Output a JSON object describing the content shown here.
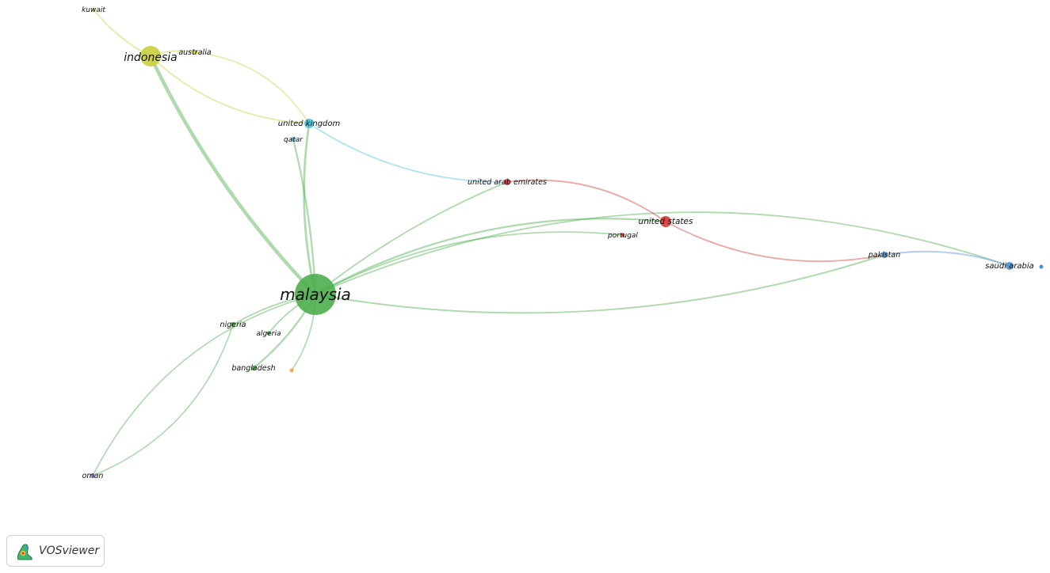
{
  "app": {
    "name": "VOSviewer",
    "logo_icon": "vosviewer-logo-icon"
  },
  "clusters": {
    "green": "#4cae4c",
    "yellow": "#c9cf3a",
    "cyan": "#48c5dc",
    "red": "#d8383a",
    "blue": "#4a90d9",
    "purple": "#9b7fc9",
    "orange": "#f0a040"
  },
  "nodes": [
    {
      "id": "malaysia",
      "label": "malaysia",
      "cluster": "green",
      "weight": 10
    },
    {
      "id": "indonesia",
      "label": "indonesia",
      "cluster": "yellow",
      "weight": 6
    },
    {
      "id": "kuwait",
      "label": "kuwait",
      "cluster": "yellow",
      "weight": 1
    },
    {
      "id": "australia",
      "label": "australia",
      "cluster": "yellow",
      "weight": 1.5
    },
    {
      "id": "united-kingdom",
      "label": "united kingdom",
      "cluster": "cyan",
      "weight": 3
    },
    {
      "id": "qatar",
      "label": "qatar",
      "cluster": "cyan",
      "weight": 1.5
    },
    {
      "id": "united-arab-emirates",
      "label": "united arab emirates",
      "cluster": "red",
      "weight": 1.8
    },
    {
      "id": "united-states",
      "label": "united states",
      "cluster": "red",
      "weight": 3
    },
    {
      "id": "portugal",
      "label": "portugal",
      "cluster": "red",
      "weight": 1.2
    },
    {
      "id": "pakistan",
      "label": "pakistan",
      "cluster": "blue",
      "weight": 2
    },
    {
      "id": "saudi-arabia",
      "label": "saudi arabia",
      "cluster": "blue",
      "weight": 2
    },
    {
      "id": "nigeria",
      "label": "nigeria",
      "cluster": "green",
      "weight": 1.6
    },
    {
      "id": "algeria",
      "label": "algeria",
      "cluster": "green",
      "weight": 1.3
    },
    {
      "id": "bangladesh",
      "label": "bangladesh",
      "cluster": "green",
      "weight": 1.4
    },
    {
      "id": "oman",
      "label": "oman",
      "cluster": "purple",
      "weight": 1.4
    }
  ],
  "links": [
    {
      "source": "malaysia",
      "target": "indonesia",
      "strength": 4
    },
    {
      "source": "malaysia",
      "target": "united-kingdom",
      "strength": 2
    },
    {
      "source": "malaysia",
      "target": "qatar",
      "strength": 1.5
    },
    {
      "source": "malaysia",
      "target": "united-arab-emirates",
      "strength": 1
    },
    {
      "source": "malaysia",
      "target": "united-states",
      "strength": 1.5
    },
    {
      "source": "malaysia",
      "target": "portugal",
      "strength": 1
    },
    {
      "source": "malaysia",
      "target": "saudi-arabia",
      "strength": 1
    },
    {
      "source": "malaysia",
      "target": "pakistan",
      "strength": 1.2
    },
    {
      "source": "malaysia",
      "target": "nigeria",
      "strength": 1
    },
    {
      "source": "malaysia",
      "target": "algeria",
      "strength": 1
    },
    {
      "source": "malaysia",
      "target": "bangladesh",
      "strength": 1.6
    },
    {
      "source": "malaysia",
      "target": "oman",
      "strength": 0.8
    },
    {
      "source": "malaysia",
      "target": "orange-node",
      "strength": 0.8
    },
    {
      "source": "indonesia",
      "target": "kuwait",
      "strength": 1
    },
    {
      "source": "indonesia",
      "target": "australia",
      "strength": 1
    },
    {
      "source": "indonesia",
      "target": "united-kingdom",
      "strength": 1
    },
    {
      "source": "australia",
      "target": "united-kingdom",
      "strength": 0.8
    },
    {
      "source": "united-kingdom",
      "target": "united-arab-emirates",
      "strength": 1
    },
    {
      "source": "united-arab-emirates",
      "target": "united-states",
      "strength": 1
    },
    {
      "source": "united-states",
      "target": "pakistan",
      "strength": 1
    },
    {
      "source": "pakistan",
      "target": "saudi-arabia",
      "strength": 1.2
    },
    {
      "source": "nigeria",
      "target": "oman",
      "strength": 0.8
    }
  ]
}
